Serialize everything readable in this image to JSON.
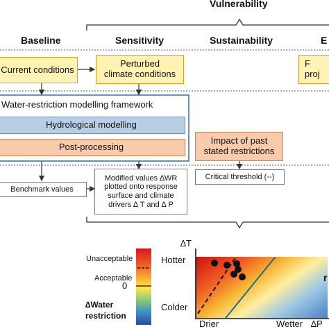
{
  "headers": {
    "vulnerability": "Vulnerability",
    "baseline": "Baseline",
    "sensitivity": "Sensitivity",
    "sustainability": "Sustainability",
    "e_partial": "E"
  },
  "boxes": {
    "current_conditions": "Current conditions",
    "perturbed_line1": "Perturbed",
    "perturbed_line2": "climate conditions",
    "f_partial_line1": "F",
    "f_partial_line2": "proj",
    "framework_title": "Water-restriction modelling framework",
    "hydrological": "Hydrological modelling",
    "postprocessing": "Post-processing",
    "impact_line1": "Impact of past",
    "impact_line2": "stated restrictions",
    "benchmark": "Benchmark values",
    "modified_line1": "Modified values ∆WR",
    "modified_line2": "plotted onto response",
    "modified_line3": "surface and climate",
    "modified_line4": "drivers ∆ T and ∆ P",
    "critical": "Critical  threshold (--)"
  },
  "legend": {
    "unacceptable": "Unacceptable",
    "acceptable": "Acceptable",
    "zero": "0",
    "title_line1": "∆Water",
    "title_line2": "restriction"
  },
  "response_surface": {
    "y_axis_label": "∆T",
    "x_axis_label": "∆P",
    "hotter": "Hotter",
    "colder": "Colder",
    "drier": "Drier",
    "wetter": "Wetter",
    "r_partial": "r"
  },
  "colors": {
    "yellow_fill": "#fff2b3",
    "blue_fill": "#b9cde4",
    "orange_fill": "#f8cbad",
    "framework_border": "#3e6d9c"
  }
}
